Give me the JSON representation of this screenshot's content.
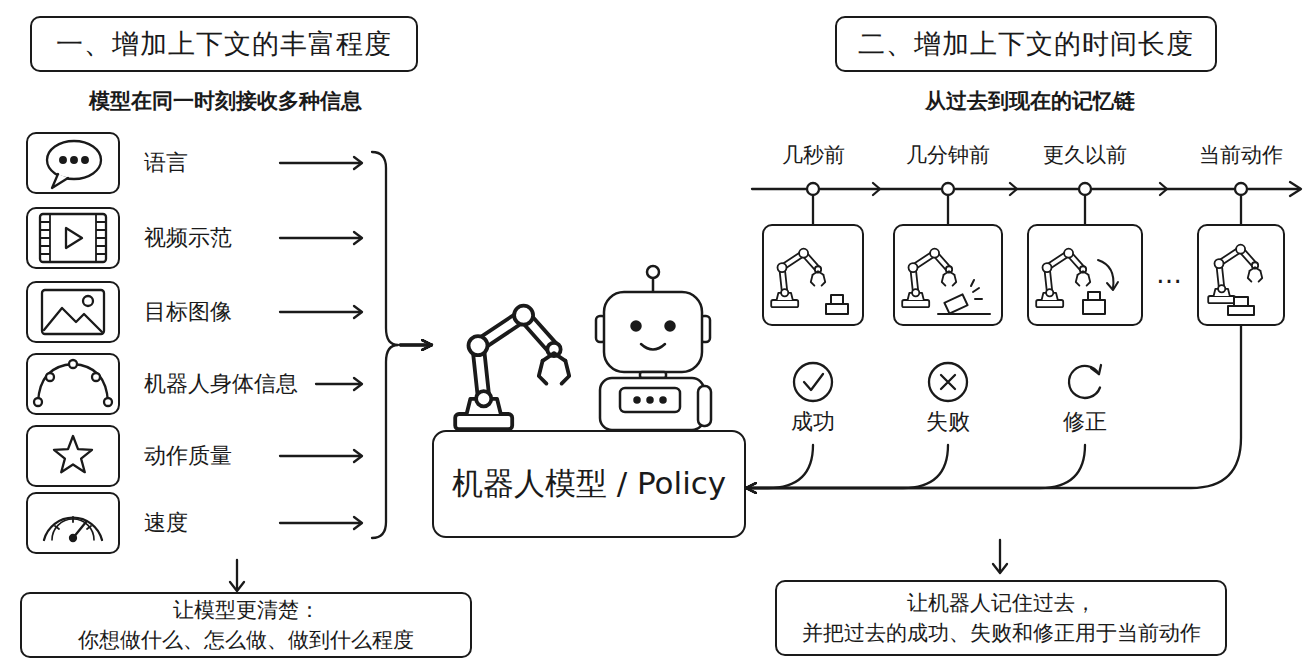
{
  "diagram": {
    "nodes": [
      {
        "text": [
          "一、增加上下文的丰富程度"
        ]
      },
      {
        "text": [
          "语言"
        ]
      },
      {
        "text": [
          "视频示范"
        ]
      },
      {
        "text": [
          "目标图像"
        ]
      },
      {
        "text": [
          "机器人身体信息"
        ]
      },
      {
        "text": [
          "动作质量"
        ]
      },
      {
        "text": [
          "速度"
        ]
      },
      {
        "text": [
          "机器人模型 / Policy"
        ]
      },
      {
        "text": [
          "让模型更清楚：",
          "你想做什么、怎么做、做到什么程度"
        ]
      },
      {
        "text": [
          "二、增加上下文的时间长度"
        ]
      },
      {
        "text": [
          "几秒前",
          "成功"
        ]
      },
      {
        "text": [
          "几分钟前",
          "失败"
        ]
      },
      {
        "text": [
          "更久以前",
          "修正"
        ]
      },
      {
        "text": [
          "当前动作"
        ]
      },
      {
        "text": [
          "让机器人记住过去，",
          "并把过去的成功、失败和修正用于当前动作"
        ]
      }
    ],
    "edges": [
      {
        "from": 1,
        "to": 7,
        "arrow": "to"
      },
      {
        "from": 2,
        "to": 7,
        "arrow": "to"
      },
      {
        "from": 3,
        "to": 7,
        "arrow": "to"
      },
      {
        "from": 4,
        "to": 7,
        "arrow": "to"
      },
      {
        "from": 5,
        "to": 7,
        "arrow": "to"
      },
      {
        "from": 6,
        "to": 7,
        "arrow": "to"
      },
      {
        "from": 10,
        "to": 7,
        "arrow": "to"
      },
      {
        "from": 11,
        "to": 7,
        "arrow": "to"
      },
      {
        "from": 12,
        "to": 7,
        "arrow": "to"
      },
      {
        "from": 13,
        "to": 7,
        "arrow": "to"
      }
    ],
    "labels": [
      "模型在同一时刻接收多种信息",
      "从过去到现在的记忆链",
      "…"
    ]
  }
}
